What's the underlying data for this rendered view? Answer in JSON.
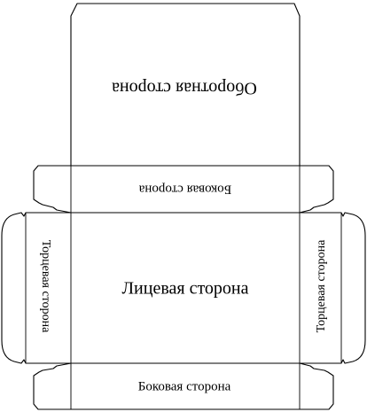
{
  "panels": {
    "back": "Оборотная сторона",
    "top_side": "Боковая сторона",
    "front": "Лицевая сторона",
    "left_end": "Торцевая сторона",
    "right_end": "Торцевая сторона",
    "bottom_side": "Боковая сторона"
  }
}
